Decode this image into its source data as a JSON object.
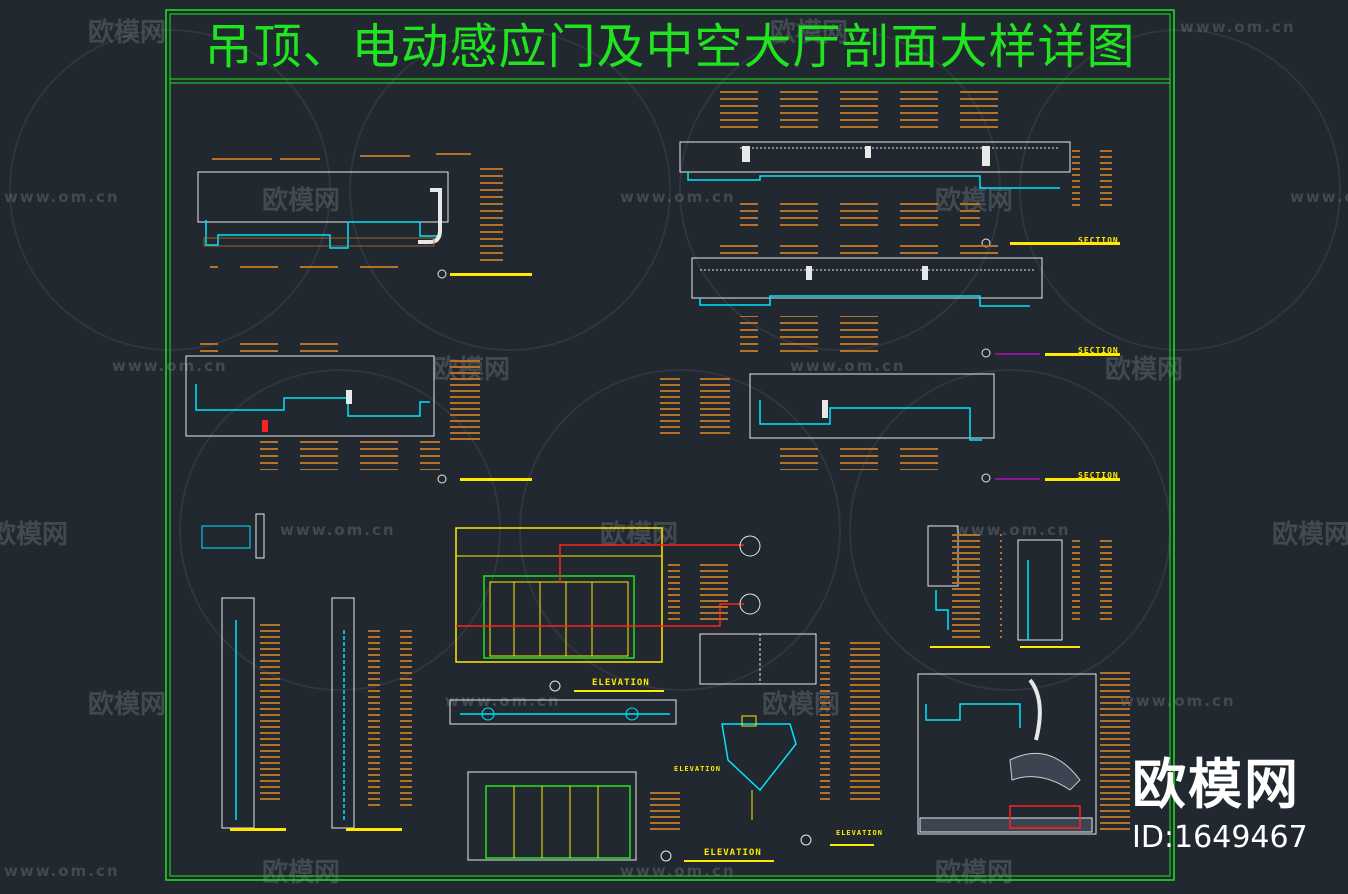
{
  "drawing": {
    "title": "吊顶、电动感应门及中空大厅剖面大样详图",
    "section_label": "SECTION",
    "elevation_label": "ELEVATION",
    "colors": {
      "background": "#212830",
      "frame": "#1ee51e",
      "cyan": "#00e5ff",
      "white": "#e8e8e8",
      "yellow": "#ffea00",
      "brown": "#b5702a",
      "red": "#ff2020",
      "magenta": "#ff00ff"
    }
  },
  "watermark": {
    "logo_text": "欧模网",
    "url_text": "www.om.cn"
  },
  "brand": {
    "name": "欧模网",
    "id": "ID:1649467"
  }
}
